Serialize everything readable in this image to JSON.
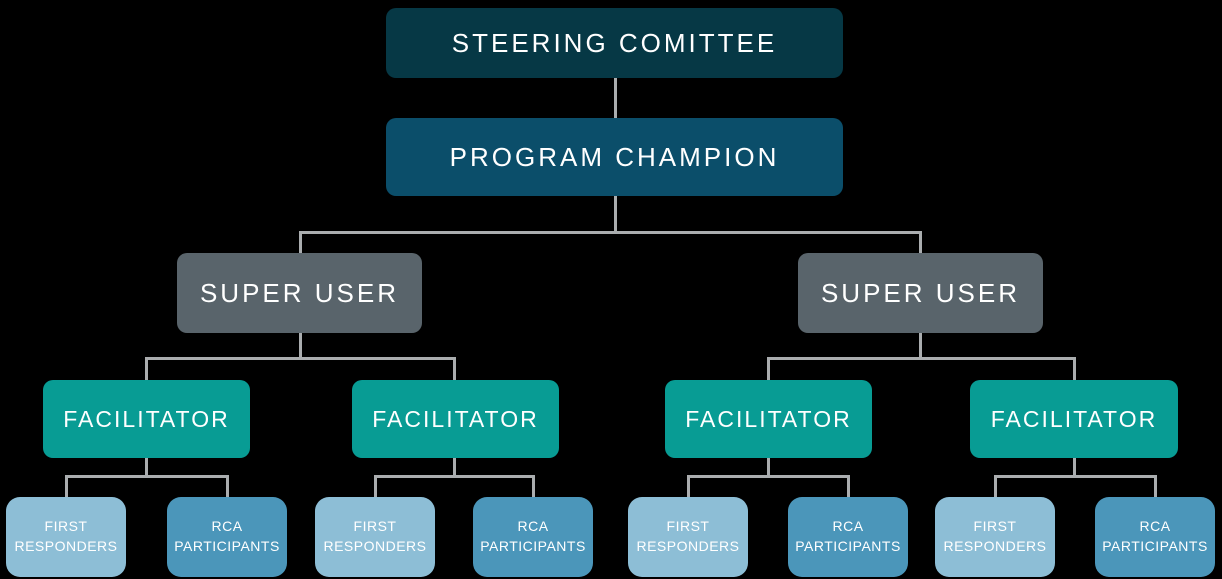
{
  "background_color": "#000000",
  "palette": {
    "steering_committee_box": "#063845",
    "program_champion_box": "#0b4e6a",
    "super_user_box": "#59646b",
    "facilitator_box": "#089c94",
    "first_responders_box": "#8dbed6",
    "rca_participants_box": "#4b96ba",
    "connector_line": "#aaadaf",
    "text": "#ffffff"
  },
  "org_chart": {
    "level1": {
      "label": "STEERING COMITTEE"
    },
    "level2": {
      "label": "PROGRAM CHAMPION"
    },
    "level3": [
      {
        "label": "SUPER USER"
      },
      {
        "label": "SUPER USER"
      }
    ],
    "level4": [
      {
        "label": "FACILITATOR"
      },
      {
        "label": "FACILITATOR"
      },
      {
        "label": "FACILITATOR"
      },
      {
        "label": "FACILITATOR"
      }
    ],
    "level5": [
      {
        "label": "FIRST RESPONDERS"
      },
      {
        "label": "RCA PARTICIPANTS"
      },
      {
        "label": "FIRST RESPONDERS"
      },
      {
        "label": "RCA PARTICIPANTS"
      },
      {
        "label": "FIRST RESPONDERS"
      },
      {
        "label": "RCA PARTICIPANTS"
      },
      {
        "label": "FIRST RESPONDERS"
      },
      {
        "label": "RCA PARTICIPANTS"
      }
    ]
  }
}
